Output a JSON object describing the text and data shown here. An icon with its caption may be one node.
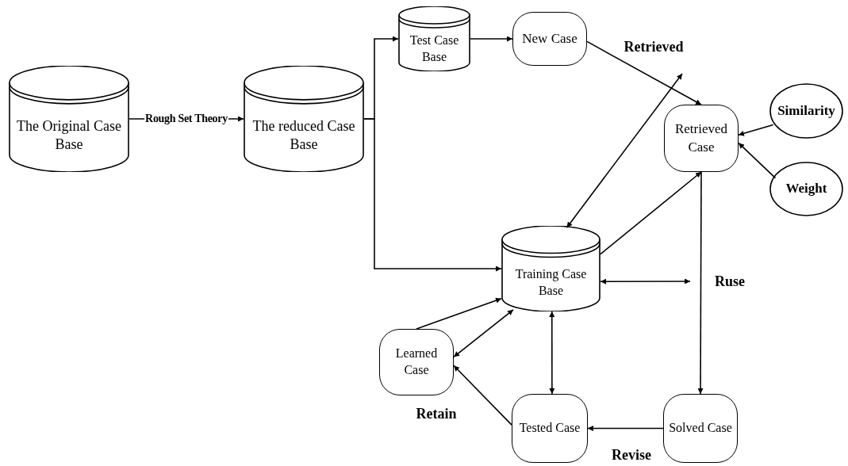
{
  "diagram": {
    "nodes": [
      {
        "text": [
          "The Original Case Base"
        ]
      },
      {
        "text": [
          "The reduced Case Base"
        ]
      },
      {
        "text": [
          "Test Case Base"
        ]
      },
      {
        "text": [
          "New Case"
        ]
      },
      {
        "text": [
          "Retrieved Case"
        ]
      },
      {
        "text": [
          "Similarity"
        ]
      },
      {
        "text": [
          "Weight"
        ]
      },
      {
        "text": [
          "Training Case Base"
        ]
      },
      {
        "text": [
          "Learned Case"
        ]
      },
      {
        "text": [
          "Tested Case"
        ]
      },
      {
        "text": [
          "Solved Case"
        ]
      }
    ],
    "edges": [
      {
        "from": 0,
        "to": 1,
        "arrow": "to",
        "label": "Rough Set Theory"
      },
      {
        "from": 1,
        "to": 2,
        "arrow": "to"
      },
      {
        "from": 1,
        "to": 7,
        "arrow": "to"
      },
      {
        "from": 2,
        "to": 3,
        "arrow": "to"
      },
      {
        "from": 3,
        "to": 4,
        "arrow": "to",
        "label": "Retrieved"
      },
      {
        "from": 5,
        "to": 4,
        "arrow": "to"
      },
      {
        "from": 6,
        "to": 4,
        "arrow": "to"
      },
      {
        "from": 7,
        "to": 4,
        "arrow": "to"
      },
      {
        "from": 4,
        "to": 10,
        "arrow": "to",
        "label": "Ruse"
      },
      {
        "from": 10,
        "to": 9,
        "arrow": "to",
        "label": "Revise"
      },
      {
        "from": 9,
        "to": 8,
        "arrow": "to",
        "label": "Retain"
      },
      {
        "from": 8,
        "to": 7,
        "arrow": "to"
      },
      {
        "from": 8,
        "to": 7,
        "arrow": "both"
      },
      {
        "from": 7,
        "to": 9,
        "arrow": "both"
      },
      {
        "from": 7,
        "to": null,
        "arrow": "both"
      },
      {
        "from": 7,
        "to": null,
        "arrow": "both"
      }
    ]
  }
}
